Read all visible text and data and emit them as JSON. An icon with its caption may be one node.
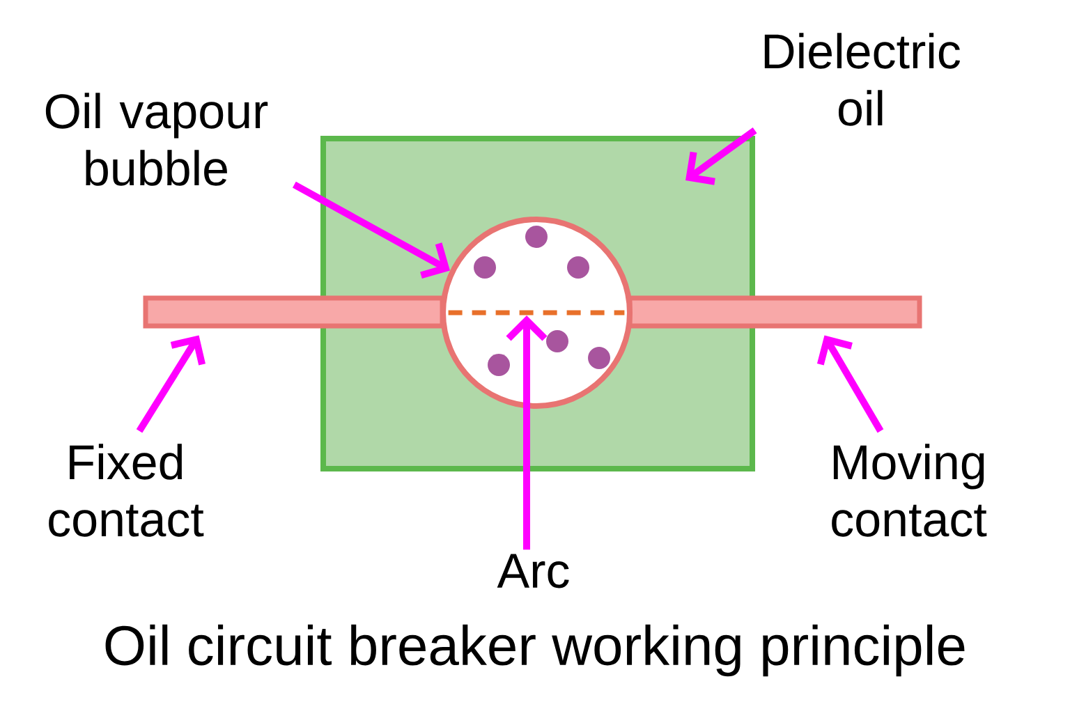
{
  "diagram": {
    "title": "Oil circuit breaker working principle",
    "nodes": [
      {
        "text": [
          "Oil vapour bubble"
        ]
      },
      {
        "text": [
          "Dielectric oil"
        ]
      },
      {
        "text": [
          "Fixed contact"
        ]
      },
      {
        "text": [
          "Moving contact"
        ]
      },
      {
        "text": [
          "Arc"
        ]
      },
      {
        "text": [],
        "shape": "box"
      },
      {
        "text": [],
        "shape": "circle",
        "in": 5
      },
      {
        "text": [],
        "shape": "bar"
      },
      {
        "text": [],
        "shape": "bar"
      },
      {
        "text": [],
        "shape": "line",
        "in": 6
      }
    ],
    "edges": [
      {
        "from": 0,
        "to": 6,
        "arrow": "to"
      },
      {
        "from": 1,
        "to": 5,
        "arrow": "to"
      },
      {
        "from": 2,
        "to": 7,
        "arrow": "to"
      },
      {
        "from": 3,
        "to": 8,
        "arrow": "to"
      },
      {
        "from": 4,
        "to": 9,
        "arrow": "to"
      }
    ]
  }
}
